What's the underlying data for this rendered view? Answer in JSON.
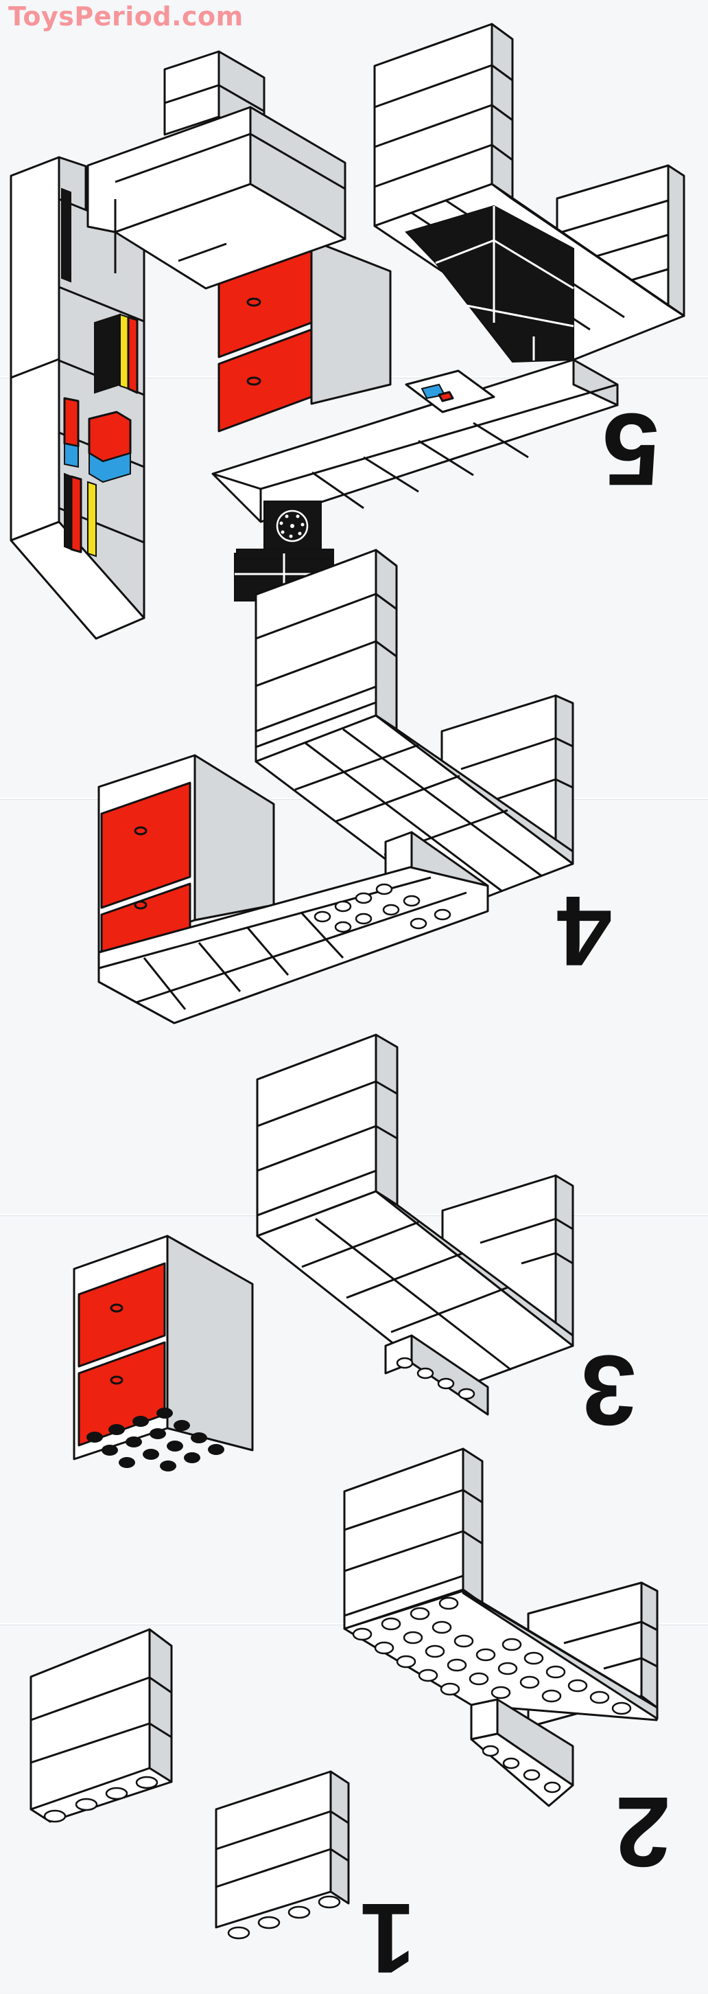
{
  "watermark": {
    "text": "ToysPeriod.com",
    "color": "#f6969a"
  },
  "page": {
    "type": "building-instructions",
    "orientation": "rotated-180",
    "background": "#f5f7f9"
  },
  "palette": {
    "outline": "#111111",
    "brick_white": "#ffffff",
    "brick_side_grey": "#d5d8da",
    "drawer_red": "#ee2211",
    "stove_black": "#141414",
    "book_yellow": "#f2e020",
    "book_blue": "#2e9ee0"
  },
  "steps": [
    {
      "number": "5",
      "description": "Completed room: bookshelf with colored books, red two-drawer cabinet, upper beam, black stove, desk with telephone and blueprint"
    },
    {
      "number": "4",
      "description": "Red two-drawer cabinet placed on floor slab with studs, L-shaped wall"
    },
    {
      "number": "3",
      "description": "Red two-drawer cabinet on stud base, L-shaped wall with small stud brick"
    },
    {
      "number": "2",
      "description": "Stud plate joining tall stack and side wall, small brick below"
    },
    {
      "number": "1",
      "description": "Two stacks of three white bricks with four studs"
    }
  ]
}
